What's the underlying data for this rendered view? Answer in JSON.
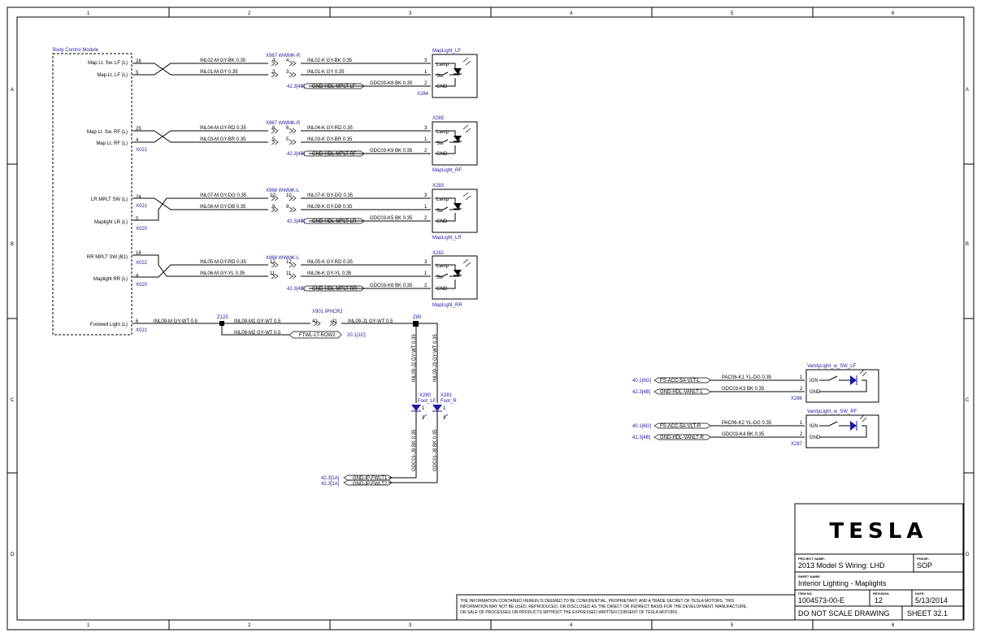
{
  "border": {
    "cols": [
      "1",
      "2",
      "3",
      "4",
      "5",
      "6"
    ],
    "rows": [
      "A",
      "B",
      "C",
      "D"
    ]
  },
  "bcm": {
    "title": "Body Control Module",
    "pins": [
      {
        "label": "Map Lt. Sw. LF (L)",
        "pin": "28",
        "conn": ""
      },
      {
        "label": "Map Lt. LF (L)",
        "pin": "5",
        "conn": ""
      },
      {
        "label": "Map Lt. Sw. RF (L)",
        "pin": "25",
        "conn": ""
      },
      {
        "label": "Map Lt. RF (L)",
        "pin": "4",
        "conn": "X021"
      },
      {
        "label": "LR MPLT SW (L)",
        "pin": "24",
        "conn": "X021"
      },
      {
        "label": "Maplight LR (L)",
        "pin": "5",
        "conn": "X020"
      },
      {
        "label": "RR MPLT SW (B1)",
        "pin": "16",
        "conn": "X022"
      },
      {
        "label": "Maplight RR (L)",
        "pin": "4",
        "conn": "X020"
      },
      {
        "label": "Footwell Light (L)",
        "pin": "6",
        "conn": "X021"
      }
    ]
  },
  "lights": [
    {
      "name": "MapLight_LF",
      "conn": "X284",
      "inline": "X967 WWMK-R",
      "w1": "INL02-M GY-BK 0.35",
      "w2": "INL01-M GY 0.35",
      "p1a": "4",
      "p1b": "4",
      "p2a": "3",
      "p2b": "3",
      "w3": "INL02-K GY-BK 0.35",
      "w4": "INL01-K GY 0.35",
      "gnd": "GND-HDL-MPLT-LF",
      "gref": "42.3[4B]",
      "gw": "GDC03-K8 BK 0.35",
      "pins": [
        "3",
        "1",
        "2"
      ],
      "lamp": "Lamp",
      "sw": "Sw",
      "gndl": "GND"
    },
    {
      "name": "MapLight_RF",
      "conn": "X285",
      "inline": "X967 WWMK-R",
      "w1": "INL04-M GY-RD 0.35",
      "w2": "INL03-M GY-BR 0.35",
      "p1a": "6",
      "p1b": "6",
      "p2a": "5",
      "p2b": "5",
      "w3": "INL04-K GY-RD 0.35",
      "w4": "INL03-K GY-BR 0.35",
      "gnd": "GND-HDL-MPLT-RF",
      "gref": "42.3[4B]",
      "gw": "GDC03-K9 BK 0.35",
      "pins": [
        "3",
        "1",
        "2"
      ],
      "lamp": "Lamp",
      "sw": "Sw",
      "gndl": "GND"
    },
    {
      "name": "MapLight_LR",
      "conn": "X283",
      "inline": "X968 WWMK-L",
      "w1": "INL07-M GY-DG 0.35",
      "w2": "INL08-M GY-DB 0.35",
      "p1a": "10",
      "p1b": "10",
      "p2a": "9",
      "p2b": "9",
      "w3": "INL07-K GY-DG 0.35",
      "w4": "INL08-K GY-DB 0.35",
      "gnd": "GND-HDL-MPLT-LR",
      "gref": "42.3[4B]",
      "gw": "GDC03-K5 BK 0.35",
      "pins": [
        "3",
        "1",
        "2"
      ],
      "lamp": "Lamp",
      "sw": "Sw",
      "gndl": "GND"
    },
    {
      "name": "MapLight_RR",
      "conn": "X282",
      "inline": "X968 WWMK-L",
      "w1": "INL05-M GY-RD 0.35",
      "w2": "INL06-M GY-YL 0.35",
      "p1a": "12",
      "p1b": "12",
      "p2a": "11",
      "p2b": "11",
      "w3": "INL05-K GY-RD 0.35",
      "w4": "INL06-K GY-YL 0.35",
      "gnd": "GND-HDL-MPLT-RR",
      "gref": "42.3[4B]",
      "gw": "GDC03-K6 BK 0.35",
      "pins": [
        "3",
        "1",
        "2"
      ],
      "lamp": "Lamp",
      "sw": "Sw",
      "gndl": "GND"
    }
  ],
  "footwell": {
    "w1": "INL09-M GY-WT 0.5",
    "splice1": "Z125",
    "w2": "INL09-M1 GY-WT 0.5",
    "inline": "X901 IPHCR2",
    "ip1": "41",
    "ip2": "41",
    "w3": "INL09-J1 GY-WT 0.5",
    "splice2": "Z85",
    "w4": "INL09-M2 GY-WT 0.5",
    "row2": "FTWL-LT-ROW2",
    "row2ref": "20.1[1C]",
    "v1": "INL09-J2 GY-WT 0.35",
    "v2": "INL09-J3 GY-WT 0.35",
    "l1conn": "X280",
    "l1name": "Foot_LF",
    "l2conn": "X281",
    "l2name": "Foot_R",
    "g1": "GDC01-J9 BK 0.35",
    "g2": "GDC01-J8 BK 0.35",
    "gnd1": "GND-IP-FWLT1",
    "gnd2": "GND-IP-FWLT2",
    "gref": "42.3[1A]",
    "pin1": "1",
    "pin2": "2",
    "pin3": "1",
    "pin4": "2"
  },
  "vanity": [
    {
      "name": "VanityLight_w_SW_LF",
      "conn": "X286",
      "fs": "FS-ACC-5A-VLT-L",
      "fsref": "40.1[6G]",
      "w1": "PAC06-K1 YL-DG 0.35",
      "gnd": "GND-HDL-VANLT-L",
      "gref": "42.3[4B]",
      "w2": "GDC03-K3 BK 0.35",
      "ign": "IGN",
      "gl": "GND",
      "p1": "1",
      "p2": "2"
    },
    {
      "name": "VanityLight_w_SW_RF",
      "conn": "X287",
      "fs": "FS-ACC-5A-VLT-R",
      "fsref": "40.1[6G]",
      "w1": "PAC06-K2 YL-DG 0.35",
      "gnd": "GND-HDL-VANLT-R",
      "gref": "42.3[4B]",
      "w2": "GDC03-K4 BK 0.35",
      "ign": "IGN",
      "gl": "GND",
      "p1": "1",
      "p2": "2"
    }
  ],
  "titleblock": {
    "logo": "TESLA",
    "project_label": "PROJECT NAME:",
    "project": "2013 Model S Wiring: LHD",
    "phase_label": "PHASE:",
    "phase": "SOP",
    "sheet_name_label": "SHEET NAME:",
    "sheet_name": "Interior Lighting - Maplights",
    "item_label": "ITEM NO.",
    "item": "1004573-00-E",
    "rev_label": "REVISION:",
    "rev": "12",
    "date_label": "DATE:",
    "date": "5/13/2014",
    "noscale": "DO NOT SCALE DRAWING",
    "sheet": "SHEET 32.1",
    "disclaimer1": "THE INFORMATION CONTAINED HEREIN IS DEEMED TO BE CONFIDENTIAL, PROPRIETARY, AND A TRADE SECRET OF TESLA MOTORS.  THIS",
    "disclaimer2": "INFORMATION MAY NOT BE USED, REPRODUCED, OR DISCLOSED AS THE DIRECT OR INDIRECT BASIS FOR THE DEVELOPMENT, MANUFACTURE,",
    "disclaimer3": "OR SALE OF PROCESSES OR PRODUCTS WITHOUT THE EXPRESSED WRITTEN CONSENT OF TESLA MOTORS."
  }
}
